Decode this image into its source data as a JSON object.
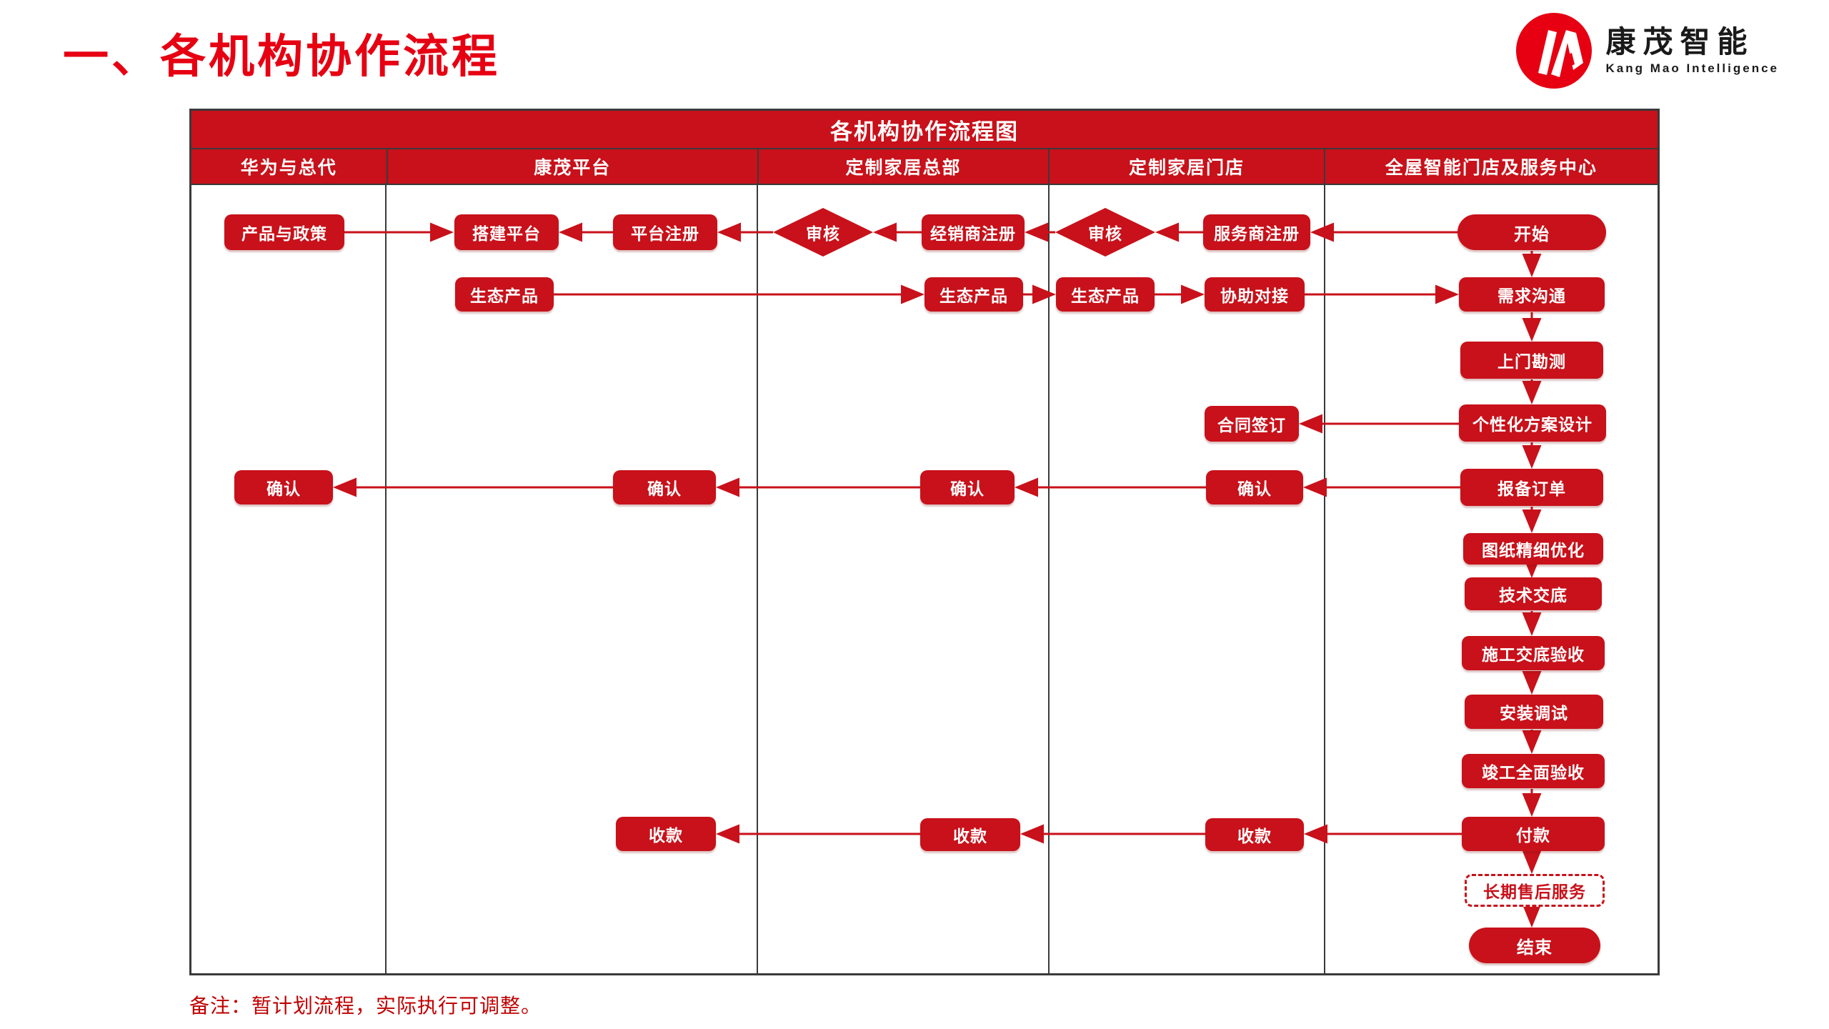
{
  "page": {
    "title": "一、各机构协作流程",
    "note": "备注：暂计划流程，实际执行可调整。"
  },
  "logo": {
    "name_cn": "康茂智能",
    "name_en": "Kang Mao Intelligence"
  },
  "colors": {
    "brand_red": "#E60012",
    "node_red": "#C8111A",
    "border_dark": "#3a3a3a",
    "note_red": "#C00000"
  },
  "table": {
    "title": "各机构协作流程图",
    "columns": [
      "华为与总代",
      "康茂平台",
      "定制家居总部",
      "定制家居门店",
      "全屋智能门店及服务中心"
    ]
  },
  "nodes": {
    "product_policy": "产品与政策",
    "build_platform": "搭建平台",
    "platform_register": "平台注册",
    "review": "审核",
    "dealer_register": "经销商注册",
    "service_register": "服务商注册",
    "start": "开始",
    "eco_product": "生态产品",
    "assist_connect": "协助对接",
    "demand_comm": "需求沟通",
    "site_survey": "上门勘测",
    "custom_design": "个性化方案设计",
    "contract_sign": "合同签订",
    "report_order": "报备订单",
    "confirm": "确认",
    "drawing_opt": "图纸精细优化",
    "tech_disclosure": "技术交底",
    "construction_check": "施工交底验收",
    "install_debug": "安装调试",
    "completion_check": "竣工全面验收",
    "payment": "付款",
    "collect": "收款",
    "aftersales": "长期售后服务",
    "end": "结束"
  },
  "edges": [
    {
      "from": "开始",
      "to": "服务商注册"
    },
    {
      "from": "服务商注册",
      "to": "审核(门店)"
    },
    {
      "from": "审核(门店)",
      "to": "经销商注册"
    },
    {
      "from": "经销商注册",
      "to": "审核(总部)"
    },
    {
      "from": "审核(总部)",
      "to": "平台注册"
    },
    {
      "from": "平台注册",
      "to": "搭建平台"
    },
    {
      "from": "产品与政策",
      "to": "搭建平台"
    },
    {
      "from": "生态产品(康茂平台)",
      "to": "生态产品(定制家居总部)"
    },
    {
      "from": "生态产品(定制家居总部)",
      "to": "生态产品(定制家居门店)"
    },
    {
      "from": "生态产品(定制家居门店)",
      "to": "协助对接"
    },
    {
      "from": "协助对接",
      "to": "需求沟通"
    },
    {
      "from": "开始",
      "to": "需求沟通"
    },
    {
      "from": "需求沟通",
      "to": "上门勘测"
    },
    {
      "from": "上门勘测",
      "to": "个性化方案设计"
    },
    {
      "from": "个性化方案设计",
      "to": "合同签订"
    },
    {
      "from": "个性化方案设计",
      "to": "报备订单"
    },
    {
      "from": "报备订单",
      "to": "确认(门店)"
    },
    {
      "from": "确认(门店)",
      "to": "确认(总部)"
    },
    {
      "from": "确认(总部)",
      "to": "确认(康茂平台)"
    },
    {
      "from": "确认(康茂平台)",
      "to": "确认(华为与总代)"
    },
    {
      "from": "报备订单",
      "to": "图纸精细优化"
    },
    {
      "from": "图纸精细优化",
      "to": "技术交底"
    },
    {
      "from": "技术交底",
      "to": "施工交底验收"
    },
    {
      "from": "施工交底验收",
      "to": "安装调试"
    },
    {
      "from": "安装调试",
      "to": "竣工全面验收"
    },
    {
      "from": "竣工全面验收",
      "to": "付款"
    },
    {
      "from": "付款",
      "to": "收款(门店)"
    },
    {
      "from": "收款(门店)",
      "to": "收款(总部)"
    },
    {
      "from": "收款(总部)",
      "to": "收款(康茂平台)"
    },
    {
      "from": "付款",
      "to": "长期售后服务"
    },
    {
      "from": "长期售后服务",
      "to": "结束"
    }
  ]
}
